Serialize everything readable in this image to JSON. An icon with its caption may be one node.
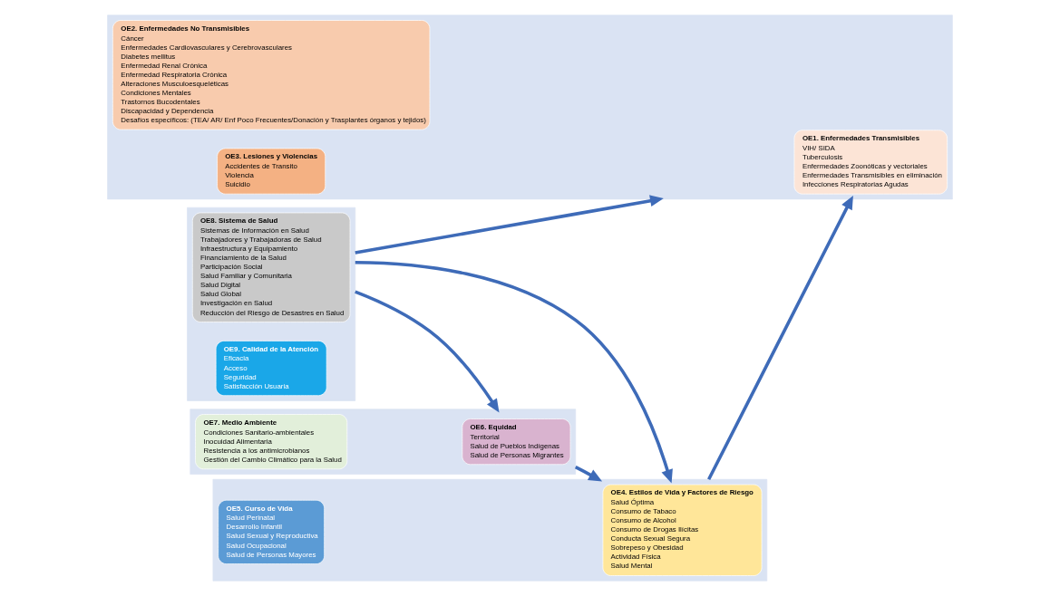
{
  "diagram": {
    "nodes": [
      {
        "text": [],
        "shape": "box"
      },
      {
        "text": [
          "OE6. Equidad",
          "Territorial",
          "Salud de Pueblos Indígenas",
          "Salud de Personas Migrantes"
        ],
        "in": 0
      },
      {
        "text": [
          "OE7. Medio Ambiente",
          "Condiciones Sanitario-ambientales",
          "Inocuidad Alimentaria",
          "Resistencia a los antimicrobianos",
          "Gestión del Cambio Climático para la Salud"
        ],
        "in": 0
      },
      {
        "text": [],
        "shape": "box"
      },
      {
        "text": [
          "OE4. Estilos de Vida y Factores de Riesgo",
          "Salud Óptima",
          "Consumo de Tabaco",
          "Consumo de Alcohol",
          "Consumo de Drogas Ilícitas",
          "Conducta Sexual Segura",
          "Sobrepeso y Obesidad",
          "Actividad Física",
          "Salud Mental"
        ],
        "in": 3
      },
      {
        "text": [
          "OE5. Curso de Vida",
          "Salud Perinatal",
          "Desarrollo Infantil",
          "Salud Sexual y Reproductiva",
          "Salud Ocupacional",
          "Salud de Personas Mayores"
        ],
        "in": 3
      },
      {
        "text": [],
        "shape": "box"
      },
      {
        "text": [
          "OE1. Enfermedades Transmisibles",
          "VIH/ SIDA",
          "Tuberculosis",
          "Enfermedades Zoonóticas y vectoriales",
          "Enfermedades Transmisibles en eliminación",
          "Infecciones Respiratorias Agudas"
        ],
        "in": 6
      },
      {
        "text": [
          "OE2. Enfermedades No Transmisibles",
          "Cáncer",
          "Enfermedades Cardiovasculares y Cerebrovasculares",
          "Diabetes mellitus",
          "Enfermedad Renal Crónica",
          "Enfermedad Respiratoria Crónica",
          "Alteraciones Musculoesqueléticas",
          "Condiciones Mentales",
          "Trastornos Bucodentales",
          "Discapacidad y Dependencia",
          "Desafíos específicos: (TEA/ AR/ Enf Poco Frecuentes/Donación y Trasplantes órganos y tejidos)"
        ],
        "in": 6
      },
      {
        "text": [
          "OE3. Lesiones y Violencias",
          "Accidentes de Transito",
          "Violencia",
          "Suicidio"
        ],
        "in": 6
      },
      {
        "text": [],
        "shape": "box"
      },
      {
        "text": [
          "OE8. Sistema de Salud",
          "Sistemas de Información en Salud",
          "Trabajadores y Trabajadoras de Salud",
          "Infraestructura y Equipamiento",
          "Financiamiento de la Salud",
          "Participación Social",
          "Salud Familiar y Comunitaria",
          "Salud Digital",
          "Salud Global",
          "Investigación en Salud",
          "Reducción del Riesgo de Desastres en Salud"
        ],
        "in": 10
      },
      {
        "text": [
          "OE9. Calidad de la Atención",
          "Eficacia",
          "Acceso",
          "Seguridad",
          "Satisfacción Usuaria"
        ],
        "in": 10
      }
    ],
    "edges": [
      {
        "from": 0,
        "to": 3,
        "arrow": "to"
      },
      {
        "from": 3,
        "to": 6,
        "arrow": "to"
      },
      {
        "from": 10,
        "to": 0,
        "arrow": "to"
      },
      {
        "from": 10,
        "to": 3,
        "arrow": "to"
      },
      {
        "from": 10,
        "to": 6,
        "arrow": "to"
      }
    ]
  }
}
